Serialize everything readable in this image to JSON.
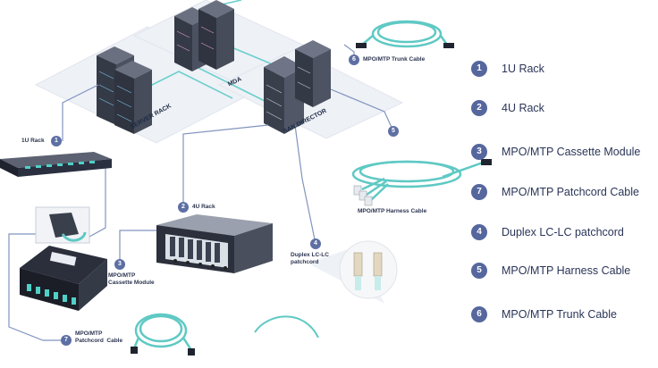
{
  "diagram": {
    "zones": {
      "server_rack": "SERVER RACK",
      "mda": "MDA",
      "san_director": "SAN DIRECTOR"
    },
    "callouts": [
      {
        "num": "1",
        "label": "1U Rack"
      },
      {
        "num": "2",
        "label": "4U Rack"
      },
      {
        "num": "3",
        "label": "MPO/MTP\nCassette Module"
      },
      {
        "num": "4",
        "label": "Duplex LC-LC\npatchcord"
      },
      {
        "num": "5",
        "label": ""
      },
      {
        "num": "6",
        "label": "MPO/MTP Trunk Cable"
      },
      {
        "num": "7",
        "label": "MPO/MTP\nPatchcord  Cable"
      }
    ],
    "harness_label": "MPO/MTP Harness Cable"
  },
  "legend": [
    {
      "num": "1",
      "text": "1U Rack"
    },
    {
      "num": "2",
      "text": "4U Rack"
    },
    {
      "num": "3",
      "text": "MPO/MTP Cassette Module"
    },
    {
      "num": "7",
      "text": "MPO/MTP Patchcord  Cable"
    },
    {
      "num": "4",
      "text": "Duplex LC-LC patchcord"
    },
    {
      "num": "5",
      "text": "MPO/MTP Harness Cable"
    },
    {
      "num": "6",
      "text": "MPO/MTP Trunk Cable"
    }
  ],
  "colors": {
    "accent": "#56679e",
    "connector_line": "#7f93bd",
    "cable_aqua": "#5fc9c4",
    "floor": "#eef1f5",
    "rack_dark": "#3c4150"
  }
}
